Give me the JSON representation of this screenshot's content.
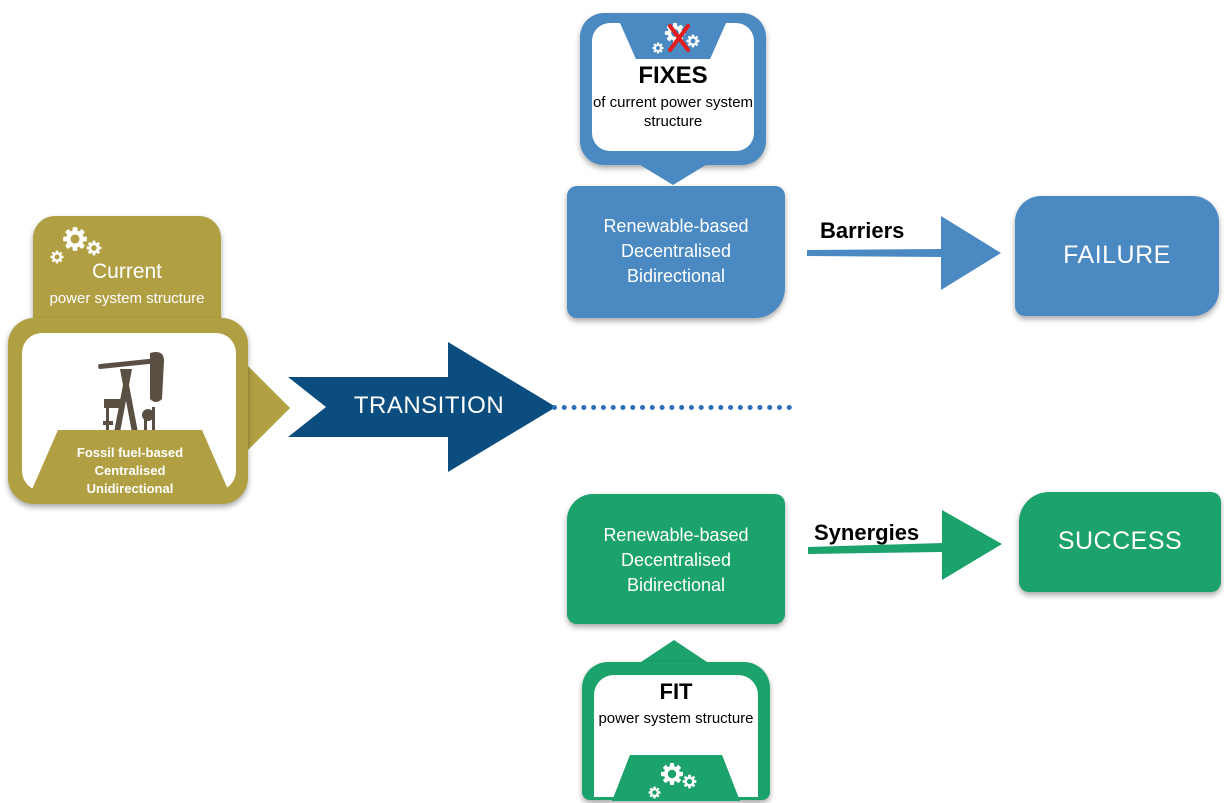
{
  "current": {
    "title": "Current",
    "subtitle": "power system structure",
    "description_lines": [
      "Fossil fuel-based",
      "Centralised",
      "Unidirectional"
    ],
    "color": "#b1a043",
    "icons": [
      "gears-icon",
      "oil-pump-jack-icon"
    ]
  },
  "transition": {
    "label": "TRANSITION",
    "color": "#0b4d7e",
    "line_color": "#2a6fb7"
  },
  "fixes": {
    "title": "FIXES",
    "subtitle": "of current power system structure",
    "color": "#4a89c2",
    "icons": [
      "crossed-out-gears-icon"
    ]
  },
  "upper_path": {
    "box_lines": [
      "Renewable-based",
      "Decentralised",
      "Bidirectional"
    ],
    "arrow_label": "Barriers",
    "outcome": "FAILURE",
    "color": "#4a89c2"
  },
  "lower_path": {
    "box_lines": [
      "Renewable-based",
      "Decentralised",
      "Bidirectional"
    ],
    "arrow_label": "Synergies",
    "outcome": "SUCCESS",
    "color": "#1ca26b"
  },
  "fit": {
    "title": "FIT",
    "subtitle": "power system structure",
    "color": "#1ca26b",
    "icons": [
      "gears-icon"
    ]
  }
}
